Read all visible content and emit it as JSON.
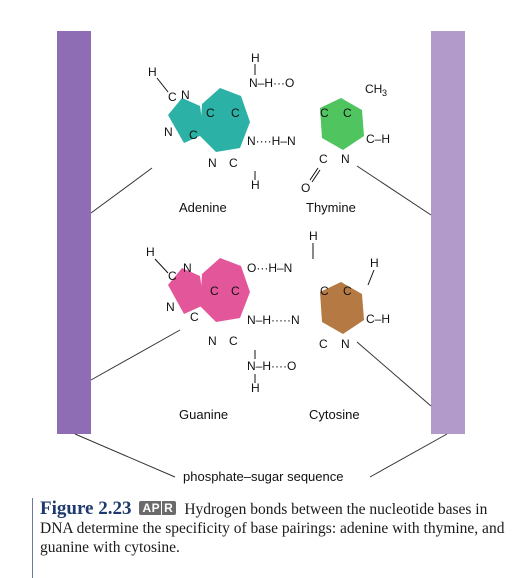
{
  "colors": {
    "backbone_left": "#8e6db5",
    "backbone_right": "#b29bcb",
    "adenine": "#2bb1a5",
    "thymine": "#4fc45f",
    "guanine": "#e3569a",
    "cytosine": "#b57a43"
  },
  "bases": {
    "adenine": "Adenine",
    "thymine": "Thymine",
    "guanine": "Guanine",
    "cytosine": "Cytosine"
  },
  "backbone_label": "phosphate–sugar sequence",
  "caption": {
    "figure": "Figure 2.23",
    "badge_left": "AP",
    "badge_right": "R",
    "text": "Hydrogen bonds between the nucleotide bases in DNA determine the specificity of base pairings: adenine with thymine, and guanine with cytosine."
  }
}
